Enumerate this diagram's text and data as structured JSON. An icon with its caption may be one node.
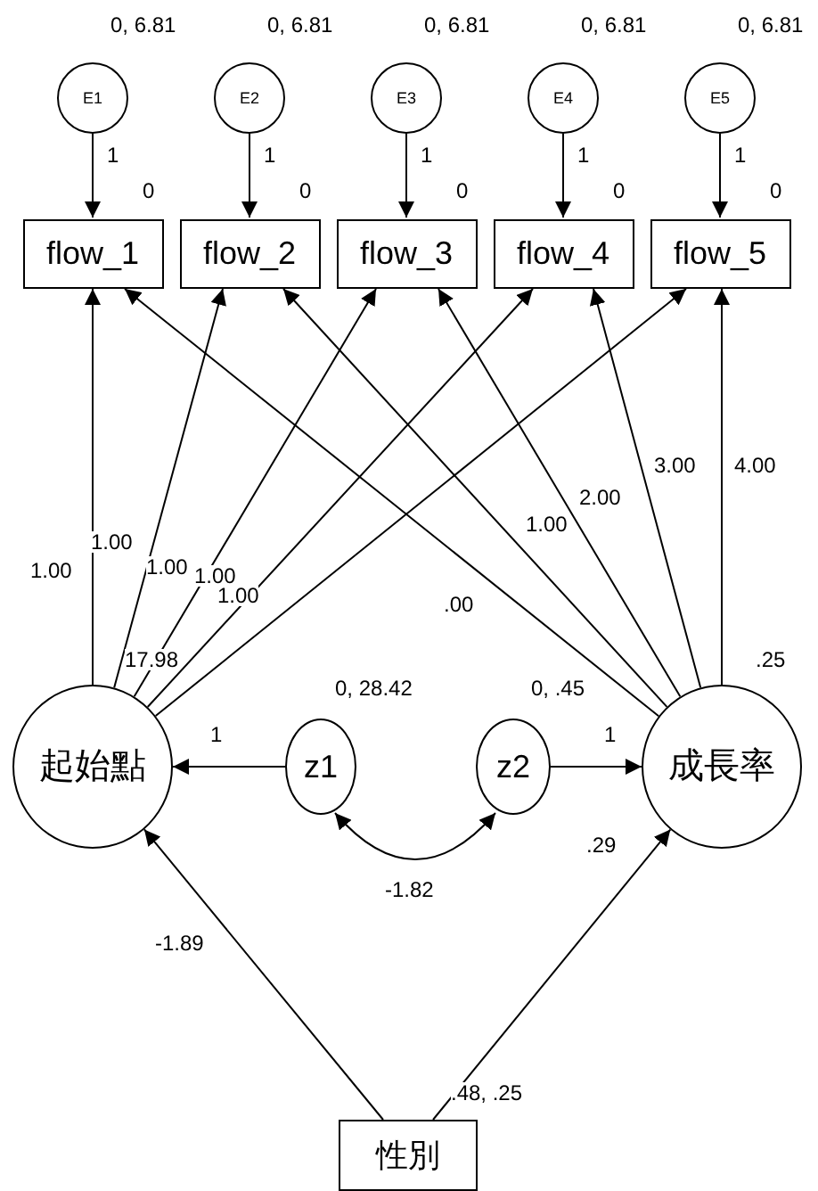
{
  "diagram": {
    "nodes": [
      {
        "text": [
          "E1"
        ],
        "beside": [
          "0, 6.81"
        ]
      },
      {
        "text": [
          "E2"
        ],
        "beside": [
          "0, 6.81"
        ]
      },
      {
        "text": [
          "E3"
        ],
        "beside": [
          "0, 6.81"
        ]
      },
      {
        "text": [
          "E4"
        ],
        "beside": [
          "0, 6.81"
        ]
      },
      {
        "text": [
          "E5"
        ],
        "beside": [
          "0, 6.81"
        ]
      },
      {
        "text": [
          "flow_1"
        ],
        "beside": [
          "0"
        ]
      },
      {
        "text": [
          "flow_2"
        ],
        "beside": [
          "0"
        ]
      },
      {
        "text": [
          "flow_3"
        ],
        "beside": [
          "0"
        ]
      },
      {
        "text": [
          "flow_4"
        ],
        "beside": [
          "0"
        ]
      },
      {
        "text": [
          "flow_5"
        ],
        "beside": [
          "0"
        ]
      },
      {
        "text": [
          "起始點"
        ],
        "beside": [
          "17.98"
        ]
      },
      {
        "text": [
          "z1"
        ],
        "beside": [
          "0, 28.42"
        ]
      },
      {
        "text": [
          "z2"
        ],
        "beside": [
          "0, .45"
        ]
      },
      {
        "text": [
          "成長率"
        ],
        "beside": [
          ".25"
        ]
      },
      {
        "text": [
          "性別"
        ],
        "beside": [
          ".48, .25"
        ]
      }
    ],
    "edges": [
      {
        "from": 0,
        "to": 5,
        "arrow": "to",
        "label": "1"
      },
      {
        "from": 1,
        "to": 6,
        "arrow": "to",
        "label": "1"
      },
      {
        "from": 2,
        "to": 7,
        "arrow": "to",
        "label": "1"
      },
      {
        "from": 3,
        "to": 8,
        "arrow": "to",
        "label": "1"
      },
      {
        "from": 4,
        "to": 9,
        "arrow": "to",
        "label": "1"
      },
      {
        "from": 10,
        "to": 5,
        "arrow": "to",
        "label": "1.00"
      },
      {
        "from": 10,
        "to": 6,
        "arrow": "to",
        "label": "1.00"
      },
      {
        "from": 10,
        "to": 7,
        "arrow": "to",
        "label": "1.00"
      },
      {
        "from": 10,
        "to": 8,
        "arrow": "to",
        "label": "1.00"
      },
      {
        "from": 10,
        "to": 9,
        "arrow": "to",
        "label": "1.00"
      },
      {
        "from": 13,
        "to": 5,
        "arrow": "to",
        "label": ".00"
      },
      {
        "from": 13,
        "to": 6,
        "arrow": "to",
        "label": "1.00"
      },
      {
        "from": 13,
        "to": 7,
        "arrow": "to",
        "label": "2.00"
      },
      {
        "from": 13,
        "to": 8,
        "arrow": "to",
        "label": "3.00"
      },
      {
        "from": 13,
        "to": 9,
        "arrow": "to",
        "label": "4.00"
      },
      {
        "from": 11,
        "to": 10,
        "arrow": "to",
        "label": "1"
      },
      {
        "from": 12,
        "to": 13,
        "arrow": "to",
        "label": "1"
      },
      {
        "from": 11,
        "to": 12,
        "arrow": "both",
        "label": "-1.82"
      },
      {
        "from": 14,
        "to": 10,
        "arrow": "to",
        "label": "-1.89"
      },
      {
        "from": 14,
        "to": 13,
        "arrow": "to",
        "label": ".29"
      }
    ]
  }
}
